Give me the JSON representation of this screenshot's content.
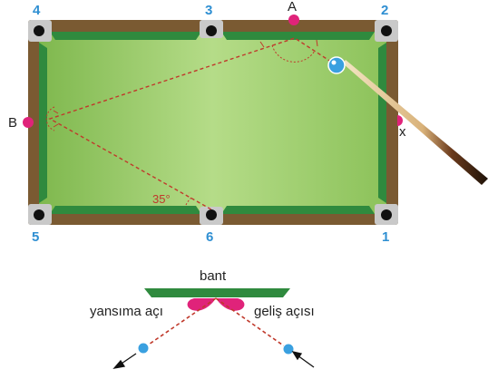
{
  "table": {
    "pockets": [
      "4",
      "3",
      "2",
      "5",
      "6",
      "1"
    ],
    "points": {
      "a": "A",
      "b": "B",
      "x": "x"
    },
    "angle_label": "35°"
  },
  "diagram": {
    "cushion_label": "bant",
    "reflection_label": "yansıma açı",
    "incidence_label": "geliş açısı"
  },
  "colors": {
    "felt": "#8cc25a",
    "rail": "#7a5a32",
    "cushion": "#2f8a3e",
    "pocket_label": "#2f8fd2",
    "marker": "#e0237a",
    "path": "#c0392b",
    "ball": "#3aa0e0"
  }
}
